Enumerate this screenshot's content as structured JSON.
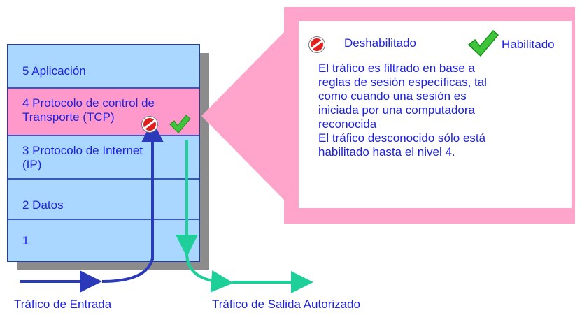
{
  "legend": {
    "disabled_label": "Deshabilitado",
    "disabled_icon": "blocked-icon",
    "enabled_label": "Habilitado",
    "enabled_icon": "checkmark-icon"
  },
  "layers": [
    {
      "lines": [
        "5 Aplicación"
      ]
    },
    {
      "lines": [
        "4 Protocolo de control de",
        "Transporte (TCP)"
      ],
      "highlight": true
    },
    {
      "lines": [
        "3 Protocolo de Internet",
        "(IP)"
      ]
    },
    {
      "lines": [
        "2 Datos"
      ]
    },
    {
      "lines": [
        "1"
      ]
    }
  ],
  "callout_lines": [
    "El tráfico es filtrado en base a",
    "reglas de sesión específicas, tal",
    "como cuando una sesión es",
    "iniciada por una computadora",
    "reconocida",
    "El tráfico desconocido sólo está",
    "habilitado hasta el nivel 4."
  ],
  "flows": {
    "inbound_label": "Tráfico de Entrada",
    "outbound_label": "Tráfico de Salida Autorizado"
  },
  "colors": {
    "layer_fill": "#a9d7ff",
    "highlight_fill": "#ff99cc",
    "callout_fill": "#ffa5cc",
    "text": "#1e22e0",
    "inbound_arrow": "#2b3ab8",
    "outbound_arrow": "#1fcf9a"
  }
}
